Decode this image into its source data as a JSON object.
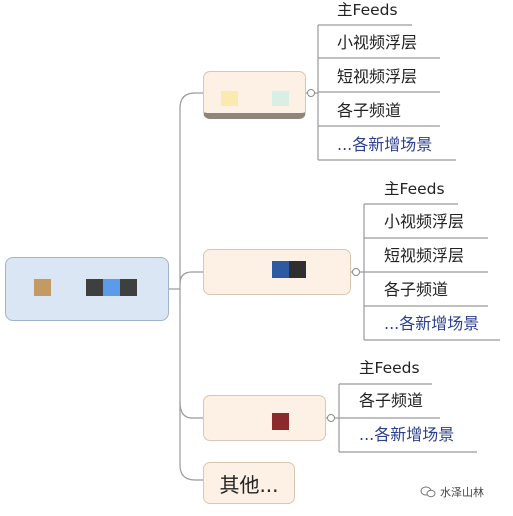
{
  "branches": [
    {
      "leaves": [
        "主Feeds",
        "小视频浮层",
        "短视频浮层",
        "各子频道",
        "...各新增场景"
      ]
    },
    {
      "leaves": [
        "主Feeds",
        "小视频浮层",
        "短视频浮层",
        "各子频道",
        "...各新增场景"
      ]
    },
    {
      "leaves": [
        "主Feeds",
        "各子频道",
        "...各新增场景"
      ]
    },
    {
      "label": "其他..."
    }
  ],
  "watermark": {
    "text": "水泽山林"
  },
  "colors": {
    "root_fill": "#dbe6f4",
    "branch_fill": "#fdf1e6",
    "line": "#9a9a9a",
    "more_link": "#2b3f8f",
    "redact_yellow": "#fbeab0",
    "redact_mint": "#d9eee4",
    "redact_tan": "#c49a64",
    "redact_blue": "#5c9bea",
    "redact_navy": "#2d5aa0",
    "redact_dark": "#3a3a3a",
    "redact_red": "#8b2a2a"
  },
  "icons": [
    "collapse-toggle-icon",
    "wechat-icon"
  ]
}
